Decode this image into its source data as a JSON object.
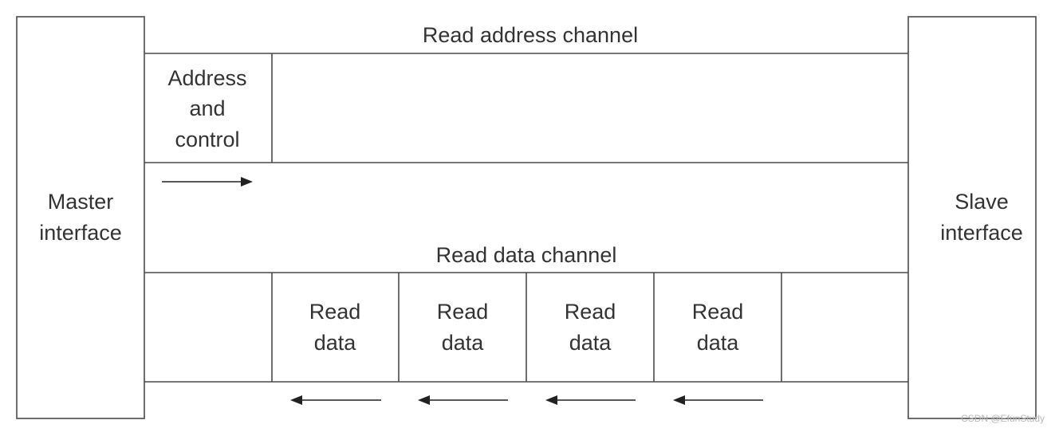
{
  "diagram": {
    "master": {
      "line1": "Master",
      "line2": "interface"
    },
    "slave": {
      "line1": "Slave",
      "line2": "interface"
    },
    "read_address_channel": {
      "title": "Read address channel",
      "cell": {
        "line1": "Address",
        "line2": "and",
        "line3": "control"
      },
      "arrow_direction": "right"
    },
    "read_data_channel": {
      "title": "Read data channel",
      "cells": [
        {
          "line1": "Read",
          "line2": "data"
        },
        {
          "line1": "Read",
          "line2": "data"
        },
        {
          "line1": "Read",
          "line2": "data"
        },
        {
          "line1": "Read",
          "line2": "data"
        }
      ],
      "arrow_direction": "left"
    },
    "watermark": "CSDN @EfunStudy"
  }
}
